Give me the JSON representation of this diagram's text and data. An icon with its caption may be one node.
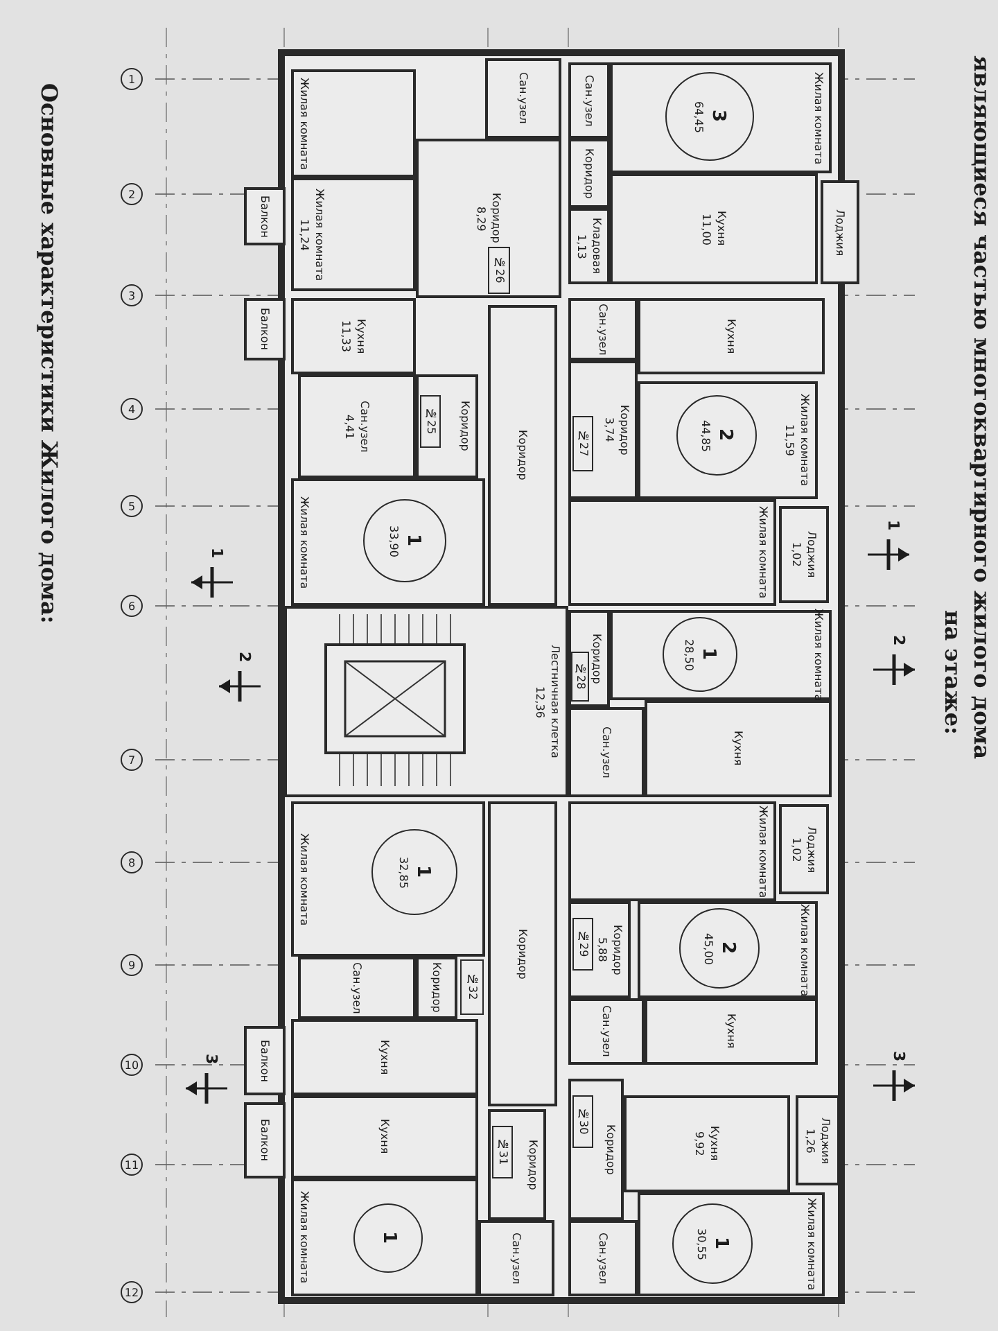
{
  "diagram": {
    "nodes": [
      {
        "text": [
          "Жилая комната"
        ]
      },
      {
        "text": [
          "Жилая комната",
          "11,24"
        ]
      },
      {
        "text": [
          "Сан.узел"
        ]
      },
      {
        "text": [
          "Коридор",
          "8,29"
        ]
      },
      {
        "text": [
          "Сан.узел"
        ]
      },
      {
        "text": [
          "Коридор"
        ]
      },
      {
        "text": [
          "Кладовая",
          "1,13"
        ]
      },
      {
        "text": [
          "Жилая комната"
        ]
      },
      {
        "text": [
          "3",
          "64,45"
        ],
        "in": 7
      },
      {
        "text": [
          "Кухня",
          "11,00"
        ]
      },
      {
        "text": [
          "Лоджия"
        ]
      },
      {
        "text": [
          "№26"
        ],
        "in": 3
      },
      {
        "text": [
          "Балкон"
        ]
      },
      {
        "text": [
          "Кухня",
          "11,33"
        ]
      },
      {
        "text": [
          "Сан.узел",
          "4,41"
        ]
      },
      {
        "text": [
          "Коридор"
        ]
      },
      {
        "text": [
          "№25"
        ],
        "in": 15
      },
      {
        "text": [
          "Жилая комната"
        ]
      },
      {
        "text": [
          "1",
          "33,90"
        ],
        "in": 17
      },
      {
        "text": [
          "Балкон"
        ]
      },
      {
        "text": [
          "Коридор"
        ]
      },
      {
        "text": [
          "Сан.узел"
        ]
      },
      {
        "text": [
          "Кухня"
        ]
      },
      {
        "text": [
          "Коридор",
          "3,74"
        ]
      },
      {
        "text": [
          "№27"
        ],
        "in": 23
      },
      {
        "text": [
          "Жилая комната",
          "11,59"
        ]
      },
      {
        "text": [
          "2",
          "44,85"
        ],
        "in": 25
      },
      {
        "text": [
          "Жилая комната"
        ]
      },
      {
        "text": [
          "Лоджия",
          "1,02"
        ]
      },
      {
        "text": [
          "Лестничная клетка",
          "12,36"
        ]
      },
      {
        "text": [
          "Коридор"
        ]
      },
      {
        "text": [
          "№28"
        ],
        "in": 30
      },
      {
        "text": [
          "Жилая комната"
        ]
      },
      {
        "text": [
          "1",
          "28,50"
        ],
        "in": 32
      },
      {
        "text": [
          "Сан.узел"
        ]
      },
      {
        "text": [
          "Кухня"
        ]
      },
      {
        "text": [
          "Жилая комната"
        ]
      },
      {
        "text": [
          "1",
          "32,85"
        ],
        "in": 36
      },
      {
        "text": [
          "Сан.узел"
        ]
      },
      {
        "text": [
          "Коридор"
        ]
      },
      {
        "text": [
          "№32"
        ]
      },
      {
        "text": [
          "Кухня"
        ]
      },
      {
        "text": [
          "Балкон"
        ]
      },
      {
        "text": [
          "Коридор"
        ]
      },
      {
        "text": [
          "Жилая комната"
        ]
      },
      {
        "text": [
          "Лоджия",
          "1,02"
        ]
      },
      {
        "text": [
          "Коридор",
          "5,88"
        ]
      },
      {
        "text": [
          "№29"
        ],
        "in": 46
      },
      {
        "text": [
          "Жилая комната"
        ]
      },
      {
        "text": [
          "2",
          "45,00"
        ],
        "in": 48
      },
      {
        "text": [
          "Сан.узел"
        ]
      },
      {
        "text": [
          "Кухня"
        ]
      },
      {
        "text": [
          "Коридор"
        ]
      },
      {
        "text": [
          "№30"
        ],
        "in": 52
      },
      {
        "text": [
          "Кухня",
          "9,92"
        ]
      },
      {
        "text": [
          "Лоджия",
          "1,26"
        ]
      },
      {
        "text": [
          "Сан.узел"
        ]
      },
      {
        "text": [
          "Жилая комната"
        ]
      },
      {
        "text": [
          "1",
          "30,55"
        ],
        "in": 57
      },
      {
        "text": [
          "Кухня"
        ]
      },
      {
        "text": [
          "Жилая комната"
        ]
      },
      {
        "text": [
          "1"
        ],
        "in": 60
      },
      {
        "text": [
          "Коридор"
        ]
      },
      {
        "text": [
          "№31"
        ],
        "in": 62
      },
      {
        "text": [
          "Сан.узел"
        ]
      },
      {
        "text": [
          "Балкон"
        ]
      }
    ],
    "labels": [
      "являющиеся частью многоквартирного жилого дома",
      "на этаже:",
      "Основные характеристики Жилого дома:",
      "1",
      "2",
      "3",
      "4",
      "5",
      "6",
      "7",
      "8",
      "9",
      "10",
      "11",
      "12",
      "1",
      "1",
      "2",
      "2",
      "3",
      "3"
    ]
  }
}
